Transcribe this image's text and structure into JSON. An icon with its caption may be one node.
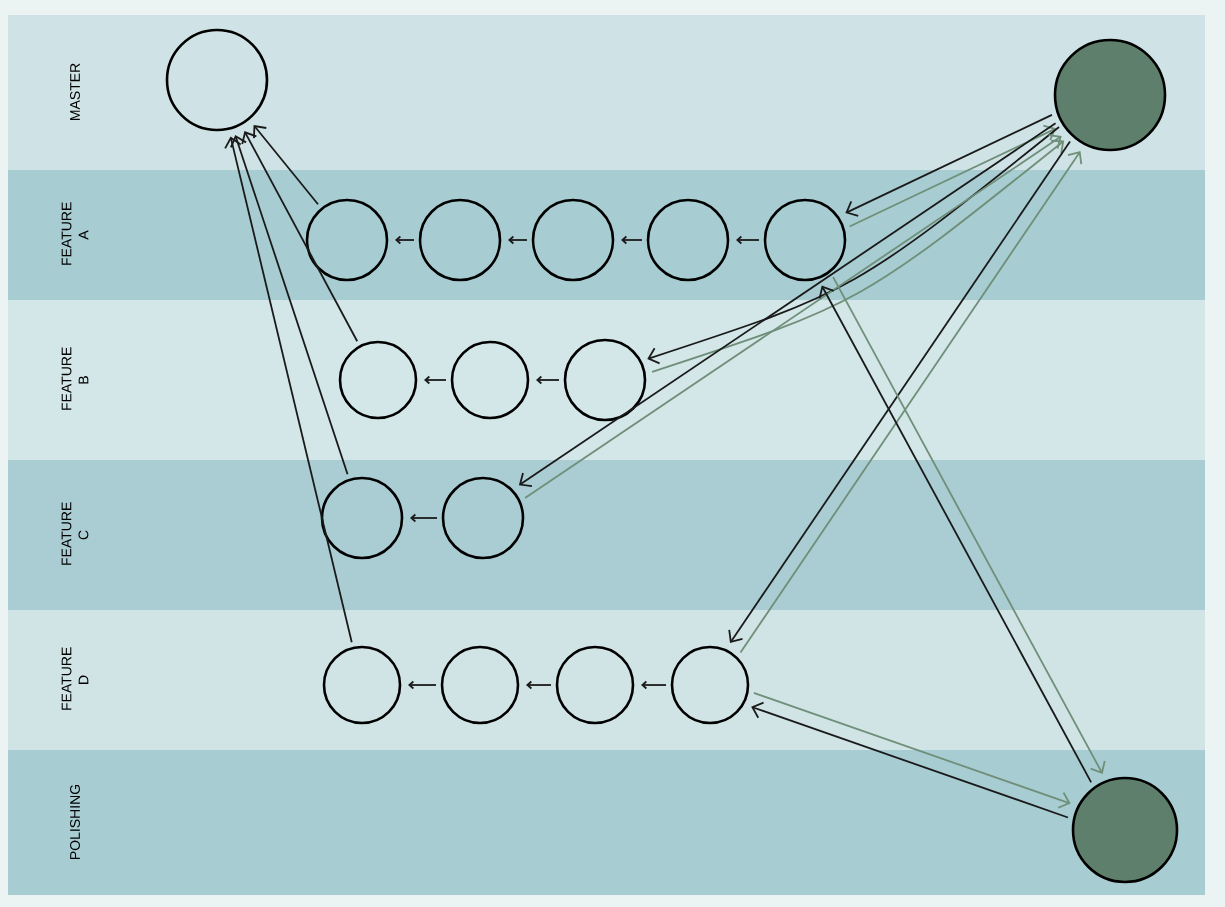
{
  "diagram": {
    "nodes": [
      {
        "text": [],
        "shape": "circle"
      },
      {
        "text": [],
        "shape": "circle"
      },
      {
        "text": [],
        "shape": "circle"
      },
      {
        "text": [],
        "shape": "circle"
      },
      {
        "text": [],
        "shape": "circle"
      },
      {
        "text": [],
        "shape": "circle"
      },
      {
        "text": [],
        "shape": "circle"
      },
      {
        "text": [],
        "shape": "circle"
      },
      {
        "text": [],
        "shape": "circle"
      },
      {
        "text": [],
        "shape": "circle"
      },
      {
        "text": [],
        "shape": "circle"
      },
      {
        "text": [],
        "shape": "circle"
      },
      {
        "text": [],
        "shape": "circle"
      },
      {
        "text": [],
        "shape": "circle"
      },
      {
        "text": [],
        "shape": "circle"
      },
      {
        "text": [],
        "shape": "circle"
      },
      {
        "text": [],
        "shape": "circle"
      }
    ],
    "edges": [
      {
        "from": 3,
        "to": 2,
        "arrow": "to"
      },
      {
        "from": 4,
        "to": 3,
        "arrow": "to"
      },
      {
        "from": 5,
        "to": 4,
        "arrow": "to"
      },
      {
        "from": 6,
        "to": 5,
        "arrow": "to"
      },
      {
        "from": 8,
        "to": 7,
        "arrow": "to"
      },
      {
        "from": 9,
        "to": 8,
        "arrow": "to"
      },
      {
        "from": 11,
        "to": 10,
        "arrow": "to"
      },
      {
        "from": 13,
        "to": 12,
        "arrow": "to"
      },
      {
        "from": 14,
        "to": 13,
        "arrow": "to"
      },
      {
        "from": 15,
        "to": 14,
        "arrow": "to"
      },
      {
        "from": 2,
        "to": 0,
        "arrow": "to"
      },
      {
        "from": 7,
        "to": 0,
        "arrow": "to"
      },
      {
        "from": 10,
        "to": 0,
        "arrow": "to"
      },
      {
        "from": 12,
        "to": 0,
        "arrow": "to"
      },
      {
        "from": 1,
        "to": 6,
        "arrow": "to"
      },
      {
        "from": 6,
        "to": 1,
        "arrow": "to",
        "color": "#6f8f78"
      },
      {
        "from": 1,
        "to": 9,
        "arrow": "to"
      },
      {
        "from": 9,
        "to": 1,
        "arrow": "to",
        "color": "#6f8f78"
      },
      {
        "from": 1,
        "to": 11,
        "arrow": "to"
      },
      {
        "from": 11,
        "to": 1,
        "arrow": "to",
        "color": "#6f8f78"
      },
      {
        "from": 1,
        "to": 15,
        "arrow": "to"
      },
      {
        "from": 15,
        "to": 1,
        "arrow": "to",
        "color": "#6f8f78"
      },
      {
        "from": 16,
        "to": 6,
        "arrow": "to"
      },
      {
        "from": 6,
        "to": 16,
        "arrow": "to",
        "color": "#6f8f78"
      },
      {
        "from": 16,
        "to": 15,
        "arrow": "to"
      },
      {
        "from": 15,
        "to": 16,
        "arrow": "to",
        "color": "#6f8f78"
      }
    ],
    "labels": [
      "MASTER",
      "FEATURE A",
      "FEATURE B",
      "FEATURE C",
      "FEATURE D",
      "POLISHING"
    ]
  }
}
